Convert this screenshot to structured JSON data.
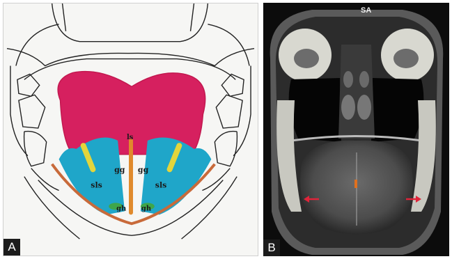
{
  "panels": {
    "a": {
      "letter": "A",
      "labels": {
        "ls": "ls",
        "gg_left": "gg",
        "gg_right": "gg",
        "sls_left": "sls",
        "sls_right": "sls",
        "gh_left": "gh",
        "gh_right": "gh"
      },
      "colors": {
        "upper_tongue": "#d6205f",
        "lateral_muscle": "#1fa6c9",
        "styloglossus": "#e3d53c",
        "septum": "#e08a2c",
        "geniohyoid": "#3fa64a",
        "outline": "#c86a3a"
      }
    },
    "b": {
      "letter": "B",
      "orientation": "SA"
    }
  }
}
